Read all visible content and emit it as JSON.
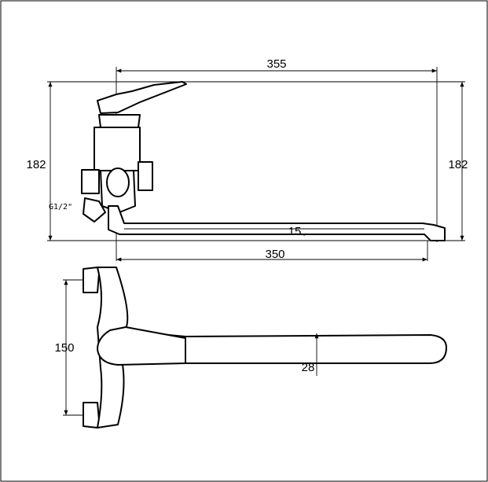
{
  "drawing": {
    "dimensions": {
      "top_length": "355",
      "left_height": "182",
      "right_height": "182",
      "spout_thickness": "15",
      "spout_length": "350",
      "connector_spacing": "150",
      "spout_width": "28",
      "thread": "G1/2\""
    },
    "colors": {
      "line": "#000000",
      "background": "#ffffff"
    }
  }
}
